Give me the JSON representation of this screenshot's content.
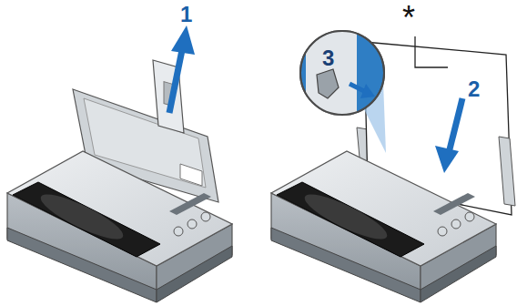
{
  "diagram": {
    "labels": [
      "1",
      "*",
      "3",
      "2"
    ]
  }
}
